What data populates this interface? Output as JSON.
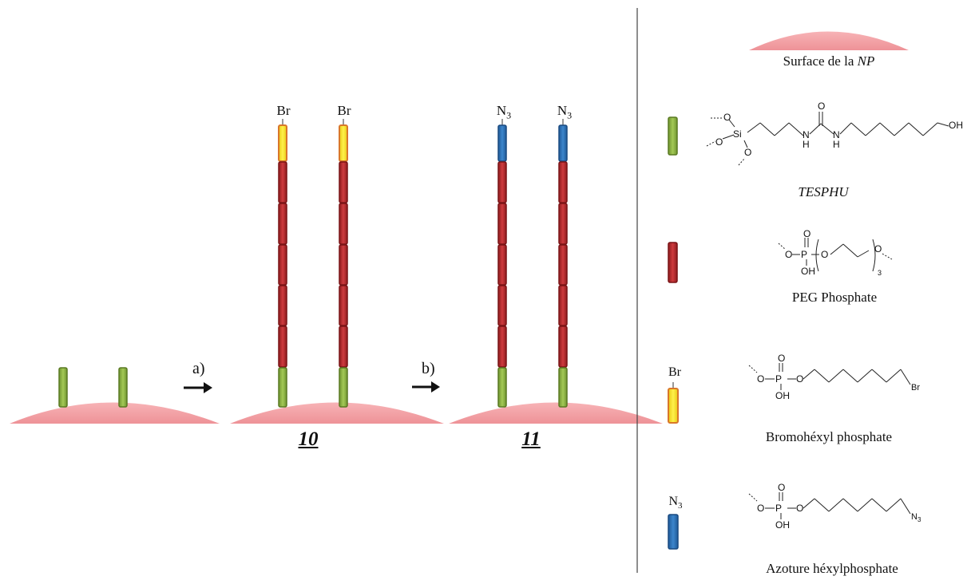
{
  "reaction": {
    "step_a": "a)",
    "step_b": "b)",
    "compound_10": "10",
    "compound_11": "11",
    "end_br": "Br",
    "end_n3_main": "N",
    "end_n3_sub": "3"
  },
  "legend": {
    "surface": {
      "text": "Surface de la ",
      "text_italic": "NP"
    },
    "tesphu": {
      "caption": "TESPHU",
      "atoms": [
        "O",
        "O",
        "O",
        "Si",
        "N",
        "H",
        "O",
        "N",
        "H",
        "OH"
      ]
    },
    "peg": {
      "caption": "PEG Phosphate",
      "atoms": [
        "O",
        "P",
        "O",
        "O",
        "OH",
        "O",
        "3"
      ]
    },
    "bromo": {
      "caption": "Bromohéxyl phosphate",
      "label": "Br",
      "atoms": [
        "O",
        "P",
        "O",
        "O",
        "OH",
        "Br"
      ]
    },
    "azide": {
      "caption": "Azoture héxylphosphate",
      "label_main": "N",
      "label_sub": "3",
      "atoms": [
        "O",
        "P",
        "O",
        "O",
        "OH",
        "N",
        "3"
      ]
    }
  },
  "colors": {
    "surface": "#f4a7ab",
    "green": "#8cb33f",
    "green_border": "#5a7a22",
    "red": "#b72a2d",
    "red_border": "#7a1416",
    "yellow": "#f5e51d",
    "orange_border": "#d9772a",
    "blue": "#2b6fb5",
    "blue_border": "#1a4a80",
    "divider": "#444444"
  }
}
